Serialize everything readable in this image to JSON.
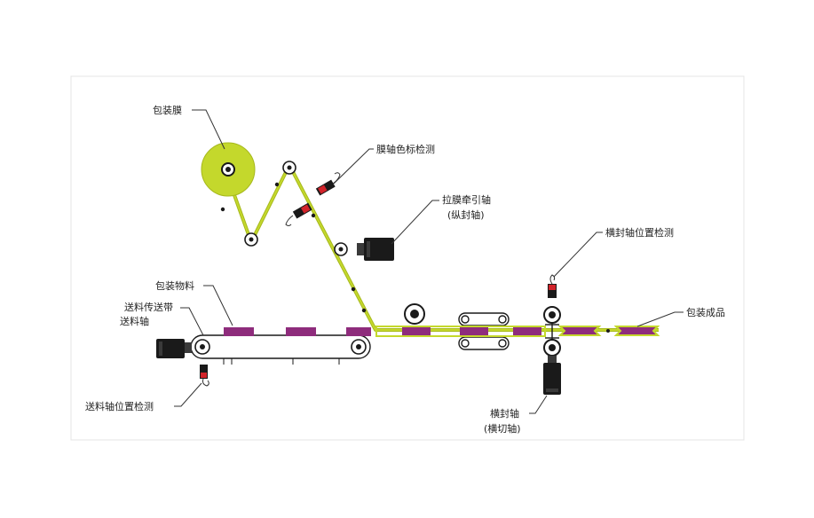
{
  "colors": {
    "film": "#c4d82c",
    "film_stroke": "#a6b81c",
    "product": "#8e2c7c",
    "dark": "#1a1a1a",
    "sensor_red": "#d2232a",
    "frame": "#e4e4e4"
  },
  "labels": {
    "film_roll": "包装膜",
    "film_mark_sensor": "膜轴色标检测",
    "film_pull_axis_line1": "拉膜牵引轴",
    "film_pull_axis_line2": "(纵封轴)",
    "cross_seal_position_sensor": "横封轴位置检测",
    "packaging_material": "包装物料",
    "feed_conveyor": "送料传送带",
    "feed_axis": "送料轴",
    "finished_product": "包装成品",
    "feed_axis_position_sensor": "送料轴位置检测",
    "cross_seal_axis_line1": "横封轴",
    "cross_seal_axis_line2": "(横切轴)"
  }
}
